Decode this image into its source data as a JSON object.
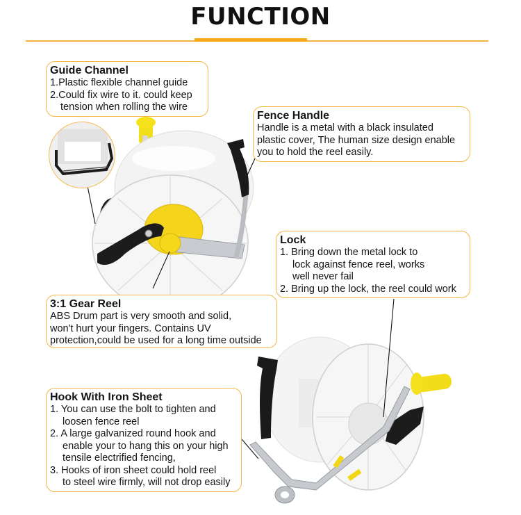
{
  "header": {
    "title": "FUNCTION"
  },
  "theme": {
    "accent": "#f6a91c",
    "border": "#f4b746",
    "text": "#151515",
    "reel_white": "#f2f2f2",
    "reel_yellow": "#f5dd1a",
    "handle_black": "#1d1d1d",
    "metal": "#c9ccd0"
  },
  "callouts": {
    "guide_channel": {
      "title": "Guide Channel",
      "lines": [
        "1.Plastic flexible channel guide",
        "2.Could fix wire to it. could keep",
        "tension when rolling the wire"
      ]
    },
    "fence_handle": {
      "title": "Fence Handle",
      "lines": [
        "Handle is a metal with a black insulated",
        "plastic cover, The human size design enable",
        "you to hold the reel easily."
      ]
    },
    "lock": {
      "title": "Lock",
      "lines": [
        "1. Bring down the metal lock to",
        "lock against fence reel, works",
        "well never fail",
        "2. Bring up the lock, the reel could work"
      ]
    },
    "gear_reel": {
      "title": "3:1 Gear Reel",
      "lines": [
        "ABS Drum part is very smooth and solid,",
        "won't hurt your fingers. Contains UV",
        "protection,could be used for a long time outside"
      ]
    },
    "hook": {
      "title": "Hook With Iron Sheet",
      "lines": [
        "1. You can use the bolt to tighten and",
        "loosen fence reel",
        "2. A large galvanized round hook and",
        "enable your to hang this on your high",
        "tensile electrified fencing,",
        "3. Hooks of iron sheet could hold reel",
        "to steel wire firmly, will not drop easily"
      ]
    }
  },
  "images": {
    "top_reel": "fence-reel-front-view",
    "bottom_reel": "fence-reel-side-view",
    "detail": "guide-channel-closeup"
  }
}
